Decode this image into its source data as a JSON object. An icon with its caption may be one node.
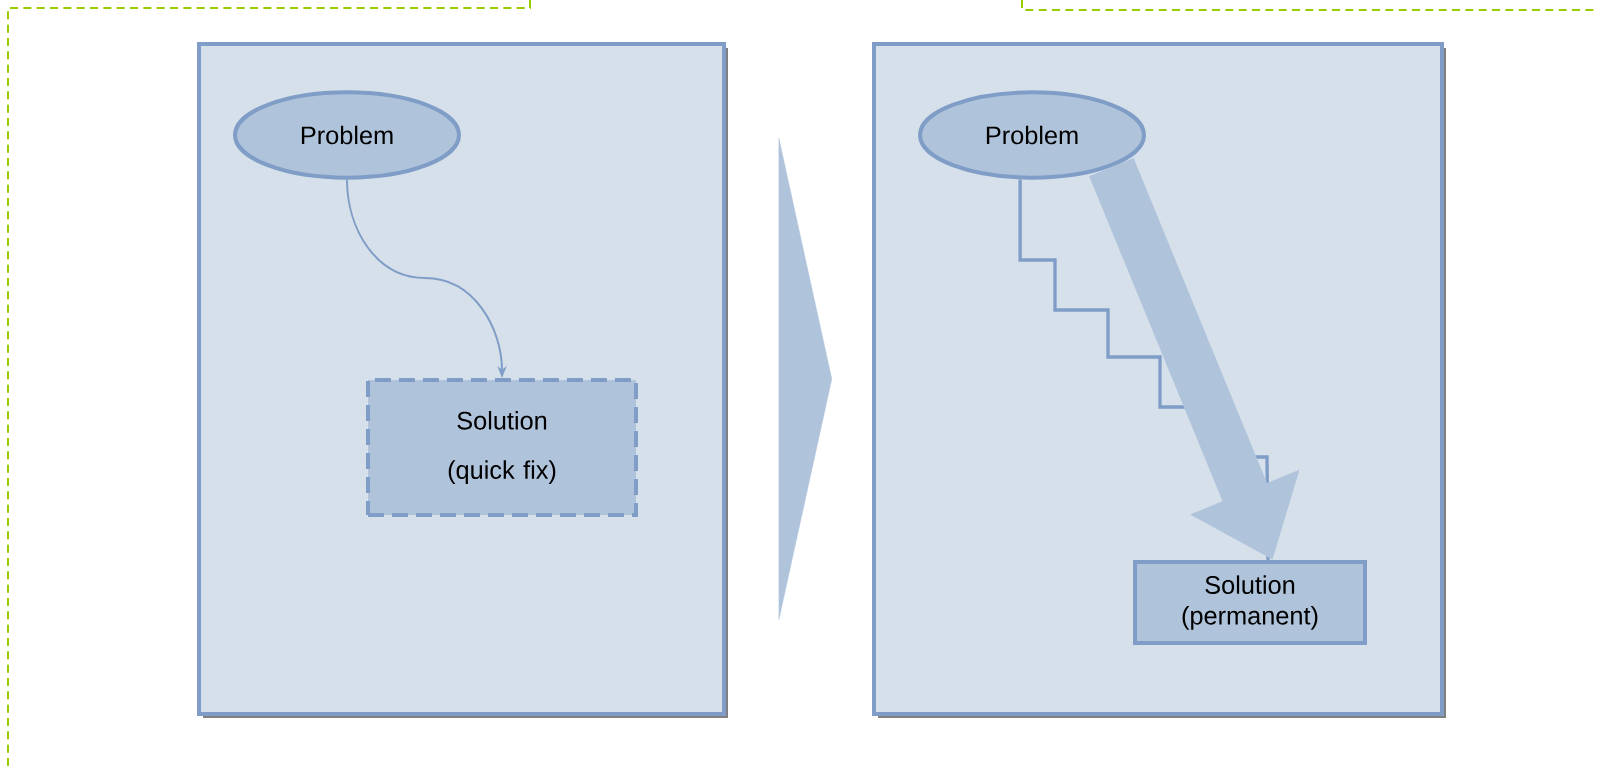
{
  "diagram": {
    "nodes": [
      {
        "text": [],
        "shape": "box"
      },
      {
        "text": [
          "Problem"
        ],
        "in": 0
      },
      {
        "text": [
          "Solution",
          "(quick fix)"
        ],
        "in": 0
      },
      {
        "text": [],
        "shape": "box"
      },
      {
        "text": [
          "Problem"
        ],
        "in": 3
      },
      {
        "text": [
          "Solution (permanent)"
        ],
        "in": 3
      }
    ],
    "edges": [
      {
        "from": 1,
        "to": 2,
        "arrow": "to"
      },
      {
        "from": 0,
        "to": 3,
        "arrow": "to",
        "style": "thick"
      },
      {
        "from": 4,
        "to": 5,
        "arrow": "none"
      },
      {
        "from": 4,
        "to": 5,
        "arrow": "to",
        "style": "thick"
      }
    ]
  }
}
